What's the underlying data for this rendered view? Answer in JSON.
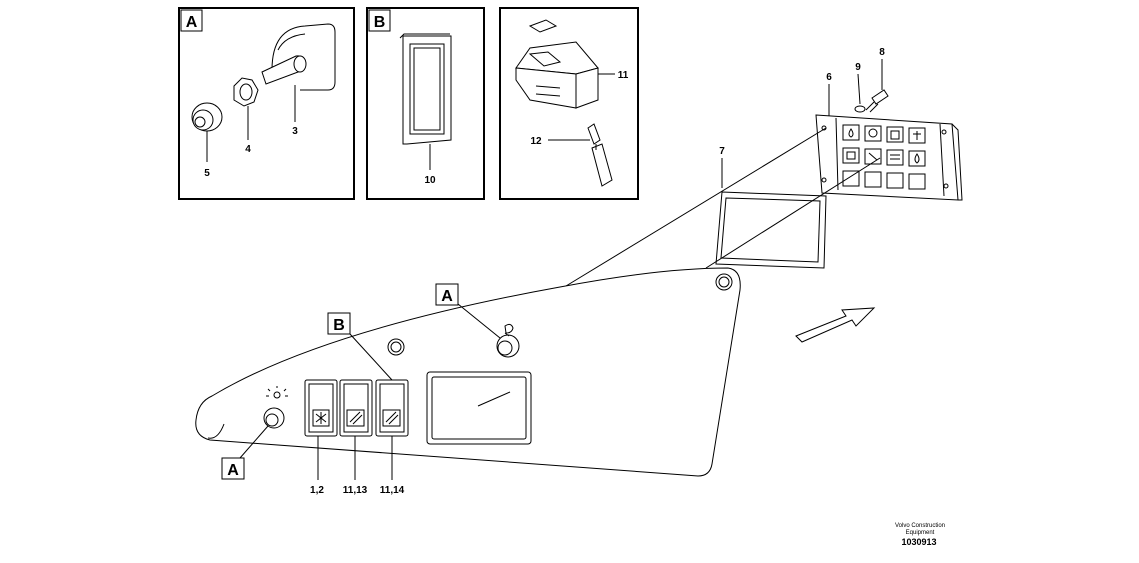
{
  "detail_boxes": [
    {
      "label": "A",
      "callouts": [
        "5",
        "4",
        "3"
      ]
    },
    {
      "label": "B",
      "callouts": [
        "10"
      ]
    },
    {
      "label": "",
      "callouts": [
        "11",
        "12"
      ]
    }
  ],
  "panel_callouts": {
    "frame": "7",
    "plate": "6",
    "washer": "9",
    "screw": "8",
    "switch_positions": [
      "1,2",
      "11,13",
      "11,14"
    ],
    "view_markers": [
      "A",
      "A",
      "B"
    ]
  },
  "footer": {
    "brand_line1": "Volvo Construction",
    "brand_line2": "Equipment",
    "document_number": "1030913"
  }
}
